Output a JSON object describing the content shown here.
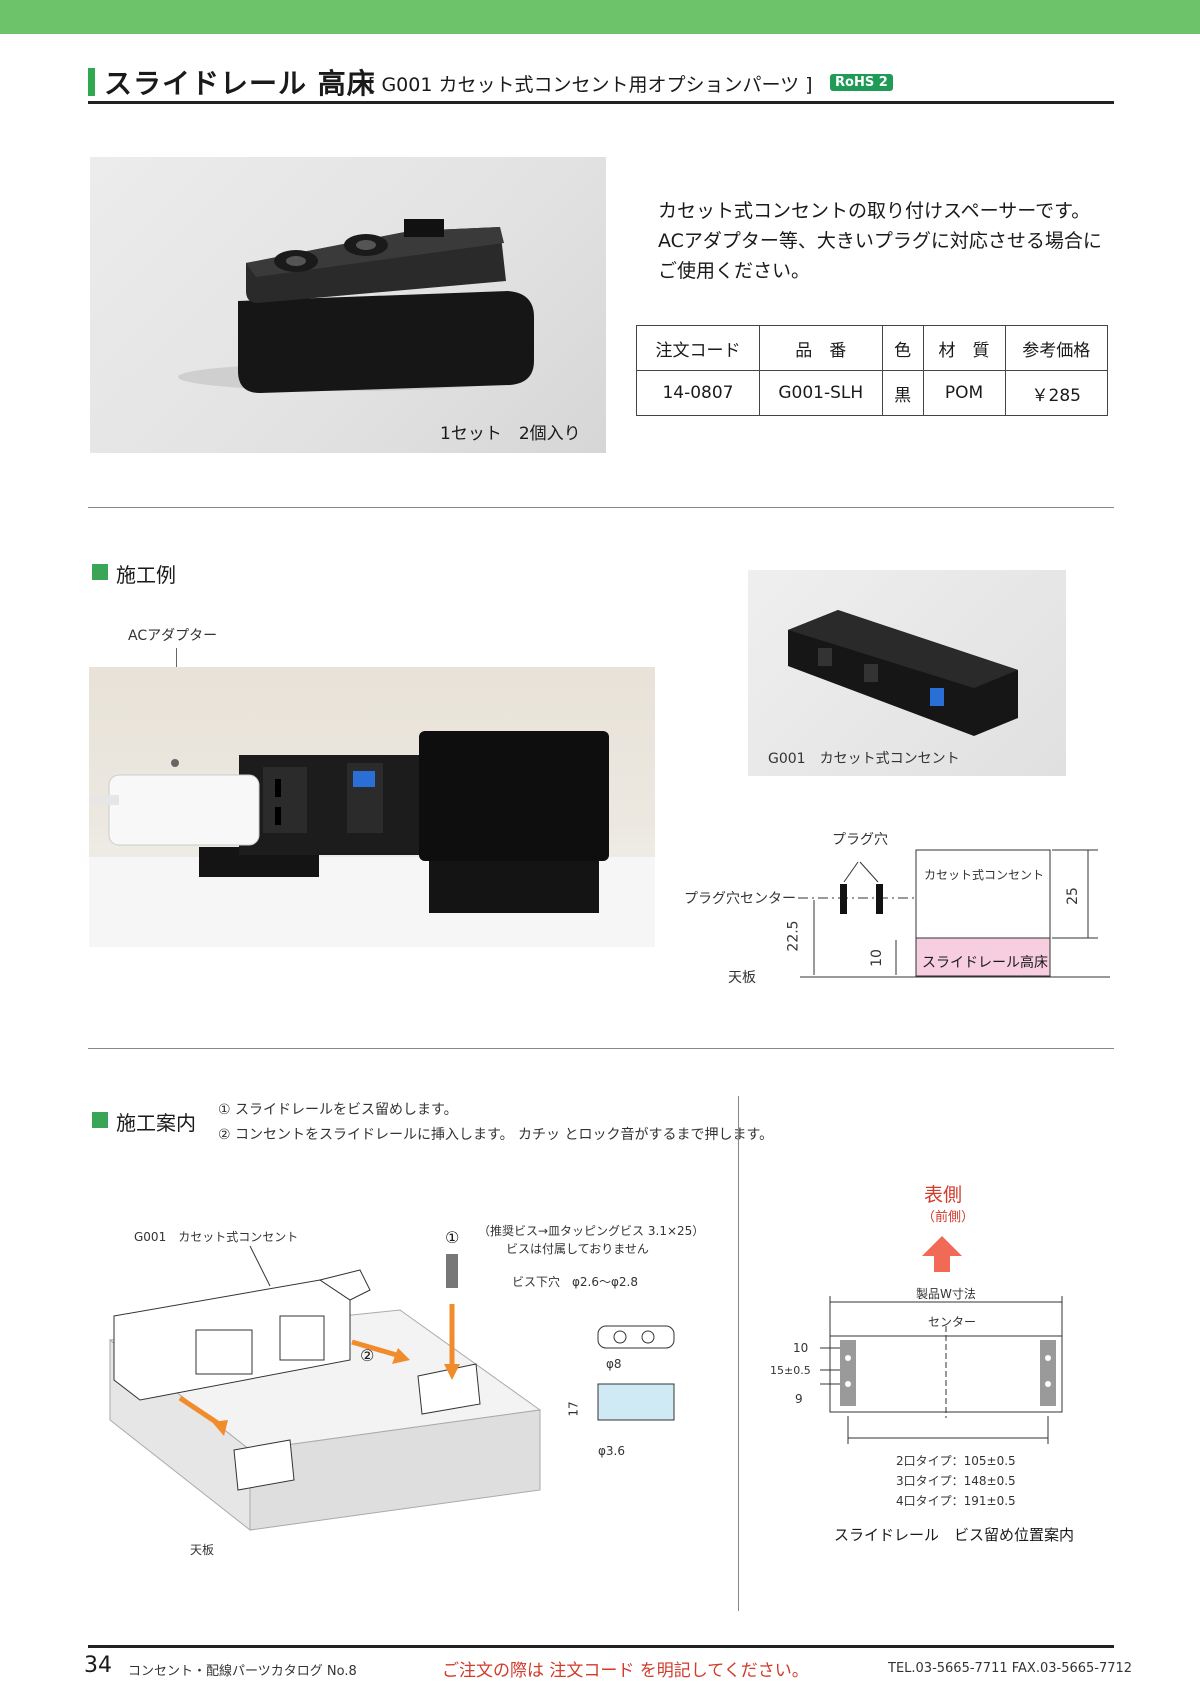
{
  "header": {
    "title": "スライドレール 高床",
    "subtitle": "[ G001 カセット式コンセント用オプションパーツ ]",
    "badge": "RoHS 2"
  },
  "product": {
    "photo_caption": "1セット　2個入り",
    "description": [
      "カセット式コンセントの取り付けスペーサーです。",
      "ACアダプター等、大きいプラグに対応させる場合に",
      "ご使用ください。"
    ],
    "table": {
      "headers": [
        "注文コード",
        "品　番",
        "色",
        "材　質",
        "参考価格"
      ],
      "row": [
        "14-0807",
        "G001-SLH",
        "黒",
        "POM",
        "￥285"
      ]
    }
  },
  "example": {
    "section_title": "施工例",
    "ac_label": "ACアダプター",
    "product_caption": "G001　カセット式コンセント",
    "diagram": {
      "plug_hole": "プラグ穴",
      "plug_center": "プラグ穴センター",
      "cassette": "カセット式コンセント",
      "rail": "スライドレール高床",
      "tabletop": "天板",
      "dim_225": "22.5",
      "dim_10": "10",
      "dim_25": "25"
    }
  },
  "guide": {
    "section_title": "施工案内",
    "step1": "① スライドレールをビス留めします。",
    "step2": "② コンセントをスライドレールに挿入します。 カチッ とロック音がするまで押します。",
    "cassette_label": "G001　カセット式コンセント",
    "num1": "①",
    "num2": "②",
    "screw_note1": "（推奨ビス→皿タッピングビス 3.1×25）",
    "screw_note2": "ビスは付属しておりません",
    "screw_hole": "ビス下穴　φ2.6～φ2.8",
    "phi8": "φ8",
    "phi36": "φ3.6",
    "dim17": "17",
    "tabletop": "天板",
    "front_label": "表側",
    "front_sub": "（前側）",
    "width_label": "製品W寸法",
    "center_label": "センター",
    "dim10": "10",
    "dim15": "15±0.5",
    "dim9": "9",
    "types": [
      "2口タイプ：105±0.5",
      "3口タイプ：148±0.5",
      "4口タイプ：191±0.5"
    ],
    "screw_caption": "スライドレール　ビス留め位置案内"
  },
  "footer": {
    "page": "34",
    "catalog": "コンセント・配線パーツカタログ No.8",
    "note": "ご注文の際は 注文コード を明記してください。",
    "tel": "TEL.03-5665-7711 FAX.03-5665-7712"
  },
  "colors": {
    "accent_green": "#3aa655",
    "top_bar": "#6cc36a",
    "note_red": "#d23a2a",
    "rail_pink": "#f7cde0"
  }
}
